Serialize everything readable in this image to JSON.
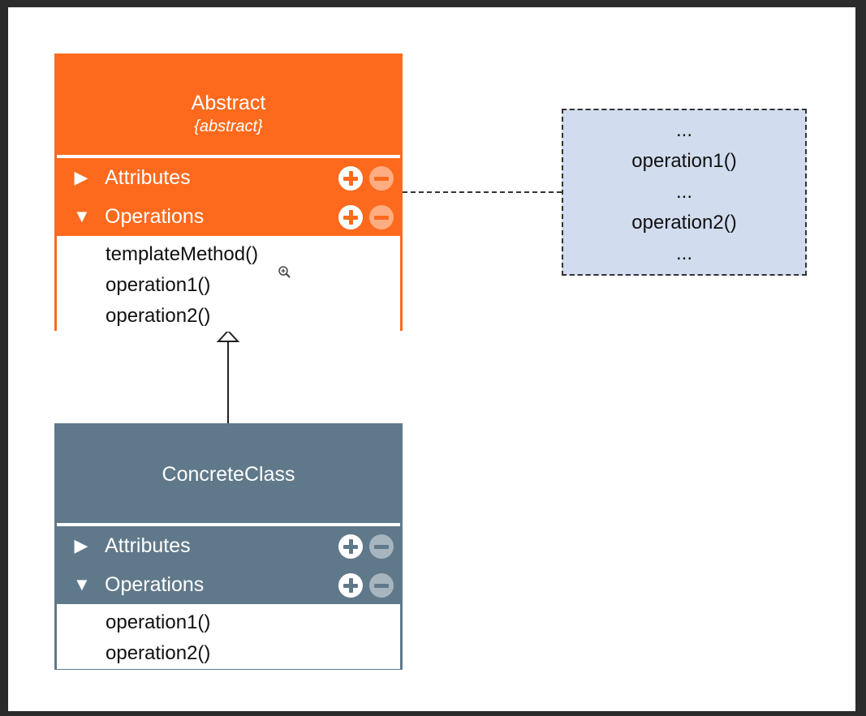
{
  "abstract_class": {
    "name": "Abstract",
    "stereotype": "{abstract}",
    "attributes_label": "Attributes",
    "operations_label": "Operations",
    "operations": [
      "templateMethod()",
      "operation1()",
      "operation2()"
    ]
  },
  "concrete_class": {
    "name": "ConcreteClass",
    "attributes_label": "Attributes",
    "operations_label": "Operations",
    "operations": [
      "operation1()",
      "operation2()"
    ]
  },
  "note": {
    "lines": [
      "...",
      "operation1()",
      "...",
      "operation2()",
      "..."
    ]
  },
  "colors": {
    "abstract_fill": "#fd6a1d",
    "concrete_fill": "#60798a",
    "note_fill": "#d1dcee"
  },
  "icons": {
    "expanded": "triangle-down",
    "collapsed": "triangle-right",
    "add": "plus-circle",
    "remove": "minus-circle",
    "cursor": "zoom-in-cursor"
  }
}
